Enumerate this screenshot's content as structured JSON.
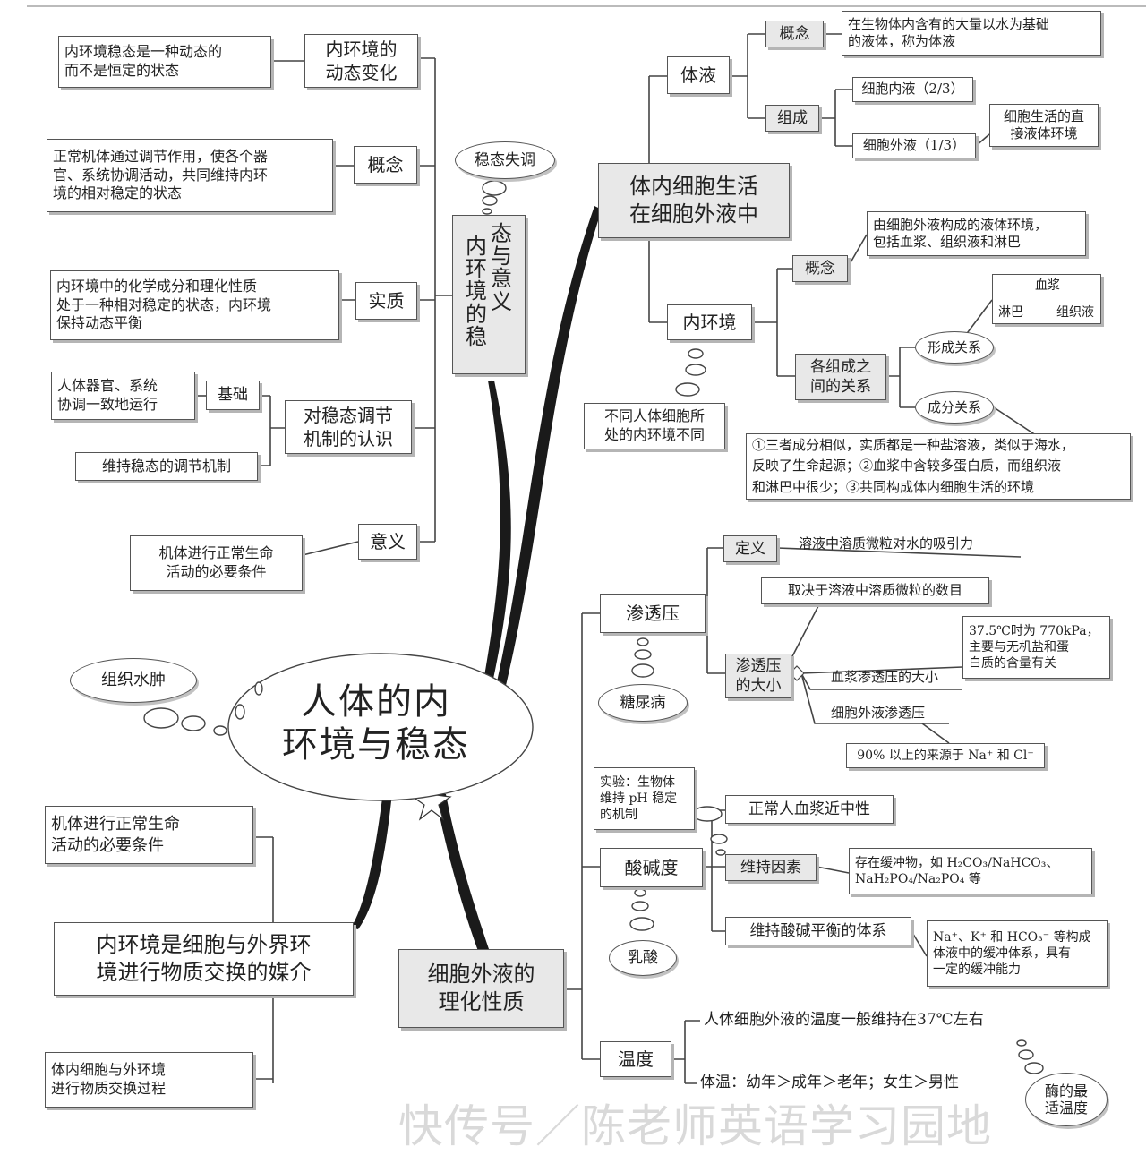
{
  "center": {
    "title": "人体的内\n环境与稳态"
  },
  "bubbles": {
    "tissue_edema": "组织水肿",
    "homeostasis_imbalance": "稳态失调",
    "diabetes": "糖尿病",
    "lactic_acid": "乳酸",
    "enzyme_optimal": "酶的最\n适温度"
  },
  "branches": {
    "body_fluid_branch": "体内细胞生活\n在细胞外液中",
    "homeostasis_branch": {
      "col1": [
        "内",
        "环",
        "境",
        "的",
        "稳"
      ],
      "col2": [
        "态",
        "与",
        "意",
        "义"
      ]
    },
    "properties_branch": "细胞外液的\n理化性质",
    "medium_branch": "内环境是细胞与外界环\n境进行物质交换的媒介"
  },
  "body_fluid": {
    "label": "体液",
    "concept_label": "概念",
    "concept_text": "在生物体内含有的大量以水为基础\n的液体，称为体液",
    "composition_label": "组成",
    "intracellular": "细胞内液（2/3）",
    "extracellular": "细胞外液（1/3）",
    "direct_env": "细胞生活的直\n接液体环境",
    "internal_env_label": "内环境",
    "ie_concept_label": "概念",
    "ie_concept_text": "由细胞外液构成的液体环境，\n包括血浆、组织液和淋巴",
    "relation_label": "各组成之\n间的关系",
    "formation_label": "形成关系",
    "composition_relation_label": "成分关系",
    "cycle": {
      "plasma": "血浆",
      "lymph": "淋巴",
      "tissue_fluid": "组织液"
    },
    "relation_text": "①三者成分相似，实质都是一种盐溶液，类似于海水，\n反映了生命起源；②血浆中含较多蛋白质，而组织液\n和淋巴中很少；③共同构成体内细胞生活的环境",
    "different_cells": "不同人体细胞所\n处的内环境不同"
  },
  "homeostasis": {
    "dynamic_label": "内环境的\n动态变化",
    "dynamic_text": "内环境稳态是一种动态的\n而不是恒定的状态",
    "concept_label": "概念",
    "concept_text": "正常机体通过调节作用，使各个器\n官、系统协调活动，共同维持内环\n境的相对稳定的状态",
    "essence_label": "实质",
    "essence_text": "内环境中的化学成分和理化性质\n处于一种相对稳定的状态，内环境\n保持动态平衡",
    "mechanism_label": "对稳态调节\n机制的认识",
    "basis_label": "基础",
    "basis_text": "人体器官、系统\n协调一致地运行",
    "regulation_text": "维持稳态的调节机制",
    "meaning_label": "意义",
    "meaning_text": "机体进行正常生命\n活动的必要条件"
  },
  "medium": {
    "top_text": "机体进行正常生命\n活动的必要条件",
    "bottom_text": "体内细胞与外环境\n进行物质交换过程"
  },
  "properties": {
    "osmotic_label": "渗透压",
    "definition_label": "定义",
    "definition_text": "溶液中溶质微粒对水的吸引力",
    "depends_text": "取决于溶液中溶质微粒的数目",
    "size_label": "渗透压\n的大小",
    "value_text": "37.5℃时为 770kPa，\n主要与无机盐和蛋\n白质的含量有关",
    "plasma_size": "血浆渗透压的大小",
    "ecf_osmotic": "细胞外液渗透压",
    "na_cl": "90% 以上的来源于 Na⁺ 和 Cl⁻",
    "ph_label": "酸碱度",
    "experiment_text": "实验：生物体\n维持 pH 稳定\n的机制",
    "neutral_text": "正常人血浆近中性",
    "factor_label": "维持因素",
    "buffer_text": "存在缓冲物，如 H₂CO₃/NaHCO₃、\nNaH₂PO₄/Na₂PO₄ 等",
    "system_label": "维持酸碱平衡的体系",
    "ions_text": "Na⁺、K⁺ 和 HCO₃⁻ 等构成\n体液中的缓冲体系，具有\n一定的缓冲能力",
    "temp_label": "温度",
    "temp_text": "人体细胞外液的温度一般维持在37℃左右",
    "body_temp_text": "体温：幼年＞成年＞老年；女生＞男性"
  },
  "watermark": "快传号／陈老师英语学习园地"
}
